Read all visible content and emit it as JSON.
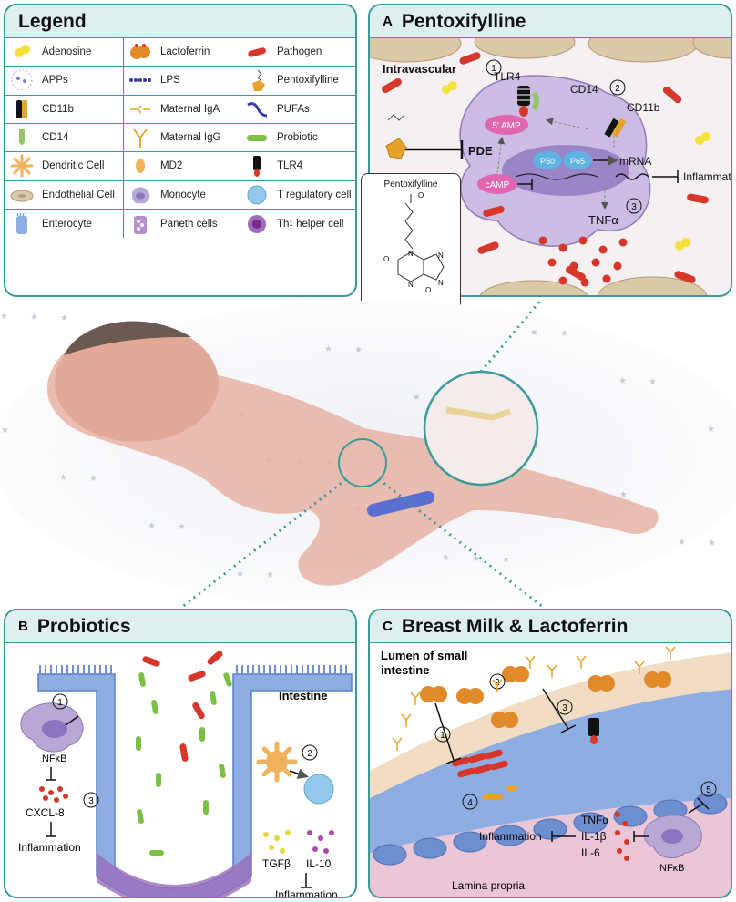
{
  "legend": {
    "title": "Legend",
    "items": [
      {
        "label": "Adenosine",
        "icon": "adenosine-icon"
      },
      {
        "label": "Lactoferrin",
        "icon": "lactoferrin-icon"
      },
      {
        "label": "Pathogen",
        "icon": "pathogen-icon"
      },
      {
        "label": "APPs",
        "icon": "apps-icon"
      },
      {
        "label": "LPS",
        "icon": "lps-icon"
      },
      {
        "label": "Pentoxifylline",
        "icon": "pentoxifylline-icon"
      },
      {
        "label": "CD11b",
        "icon": "cd11b-icon"
      },
      {
        "label": "Maternal IgA",
        "icon": "maternal-iga-icon"
      },
      {
        "label": "PUFAs",
        "icon": "pufas-icon"
      },
      {
        "label": "CD14",
        "icon": "cd14-icon"
      },
      {
        "label": "Maternal IgG",
        "icon": "maternal-igg-icon"
      },
      {
        "label": "Probiotic",
        "icon": "probiotic-icon"
      },
      {
        "label": "Dendritic Cell",
        "icon": "dendritic-cell-icon"
      },
      {
        "label": "MD2",
        "icon": "md2-icon"
      },
      {
        "label": "TLR4",
        "icon": "tlr4-icon"
      },
      {
        "label": "Endothelial Cell",
        "icon": "endothelial-cell-icon"
      },
      {
        "label": "Monocyte",
        "icon": "monocyte-icon"
      },
      {
        "label": "T regulatory cell",
        "icon": "t-regulatory-cell-icon"
      },
      {
        "label": "Enterocyte",
        "icon": "enterocyte-icon"
      },
      {
        "label": "Paneth cells",
        "icon": "paneth-cells-icon"
      },
      {
        "label": "Th",
        "sub": "1",
        "label_suffix": " helper cell",
        "icon": "th1-helper-cell-icon"
      }
    ]
  },
  "panelA": {
    "letter": "A",
    "title": "Pentoxifylline",
    "intravascular": "Intravascular",
    "tlr4": "TLR4",
    "cd14": "CD14",
    "cd11b": "CD11b",
    "amp": "5' AMP",
    "pde": "PDE",
    "camp": "cAMP",
    "p50": "P50",
    "p65": "P65",
    "mrna": "mRNA",
    "inflammation": "Inflammation",
    "tnfa": "TNFα",
    "step1": "1",
    "step2": "2",
    "step3": "3"
  },
  "pentoBox": {
    "title": "Pentoxifylline",
    "atoms": {
      "o": "O",
      "n": "N"
    }
  },
  "panelB": {
    "letter": "B",
    "title": "Probiotics",
    "intestine": "Intestine",
    "nfkb": "NFκB",
    "cxcl8": "CXCL-8",
    "inflammation_left": "Inflammation",
    "tgfb": "TGFβ",
    "il10": "IL-10",
    "inflammation_right": "Inflammation",
    "step1": "1",
    "step2": "2",
    "step3": "3"
  },
  "panelC": {
    "letter": "C",
    "title": "Breast Milk & Lactoferrin",
    "lumen_line1": "Lumen of small",
    "lumen_line2": "intestine",
    "lamina": "Lamina propria",
    "inflammation": "Inflammation",
    "tnfa": "TNFα",
    "il1b": "IL-1β",
    "il6": "IL-6",
    "nfkb": "NFκB",
    "step1": "1",
    "step2": "2",
    "step3": "3",
    "step4": "4",
    "step5": "5"
  },
  "colors": {
    "border": "#3a9a9a",
    "titlebar": "#dfeff0",
    "monocyte": "#b9a7d6",
    "pathogen": "#d7372b",
    "lactoferrin": "#e08a2a",
    "probiotic": "#7ac043",
    "cytokine": "#d7372b",
    "intestine_blue": "#7fa2dc"
  }
}
